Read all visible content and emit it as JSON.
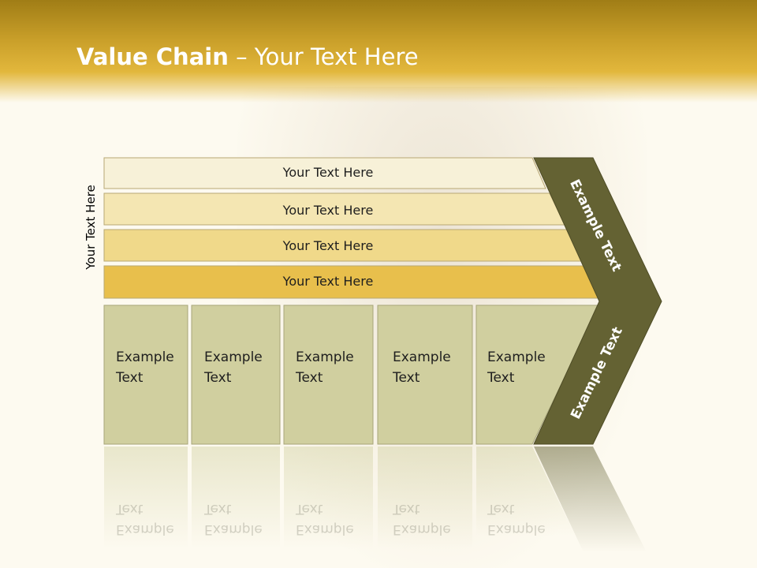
{
  "slide": {
    "title_bold": "Value Chain",
    "title_rest": " – Your Text Here",
    "side_label": "Your Text Here"
  },
  "bars": [
    {
      "label": "Your Text Here"
    },
    {
      "label": "Your Text Here"
    },
    {
      "label": "Your Text Here"
    },
    {
      "label": "Your Text Here"
    }
  ],
  "cells": [
    {
      "line1": "Example",
      "line2": "Text"
    },
    {
      "line1": "Example",
      "line2": "Text"
    },
    {
      "line1": "Example",
      "line2": "Text"
    },
    {
      "line1": "Example",
      "line2": "Text"
    },
    {
      "line1": "Example",
      "line2": "Text"
    }
  ],
  "chevron": {
    "top_label": "Example Text",
    "bottom_label": "Example Text"
  },
  "colors": {
    "header": "#caa02a",
    "bar1": "#f7f1d8",
    "bar2": "#f4e6b2",
    "bar3": "#f0d98a",
    "bar4": "#e8bf4c",
    "cell": "#d0cf9f",
    "chevron": "#646233"
  }
}
